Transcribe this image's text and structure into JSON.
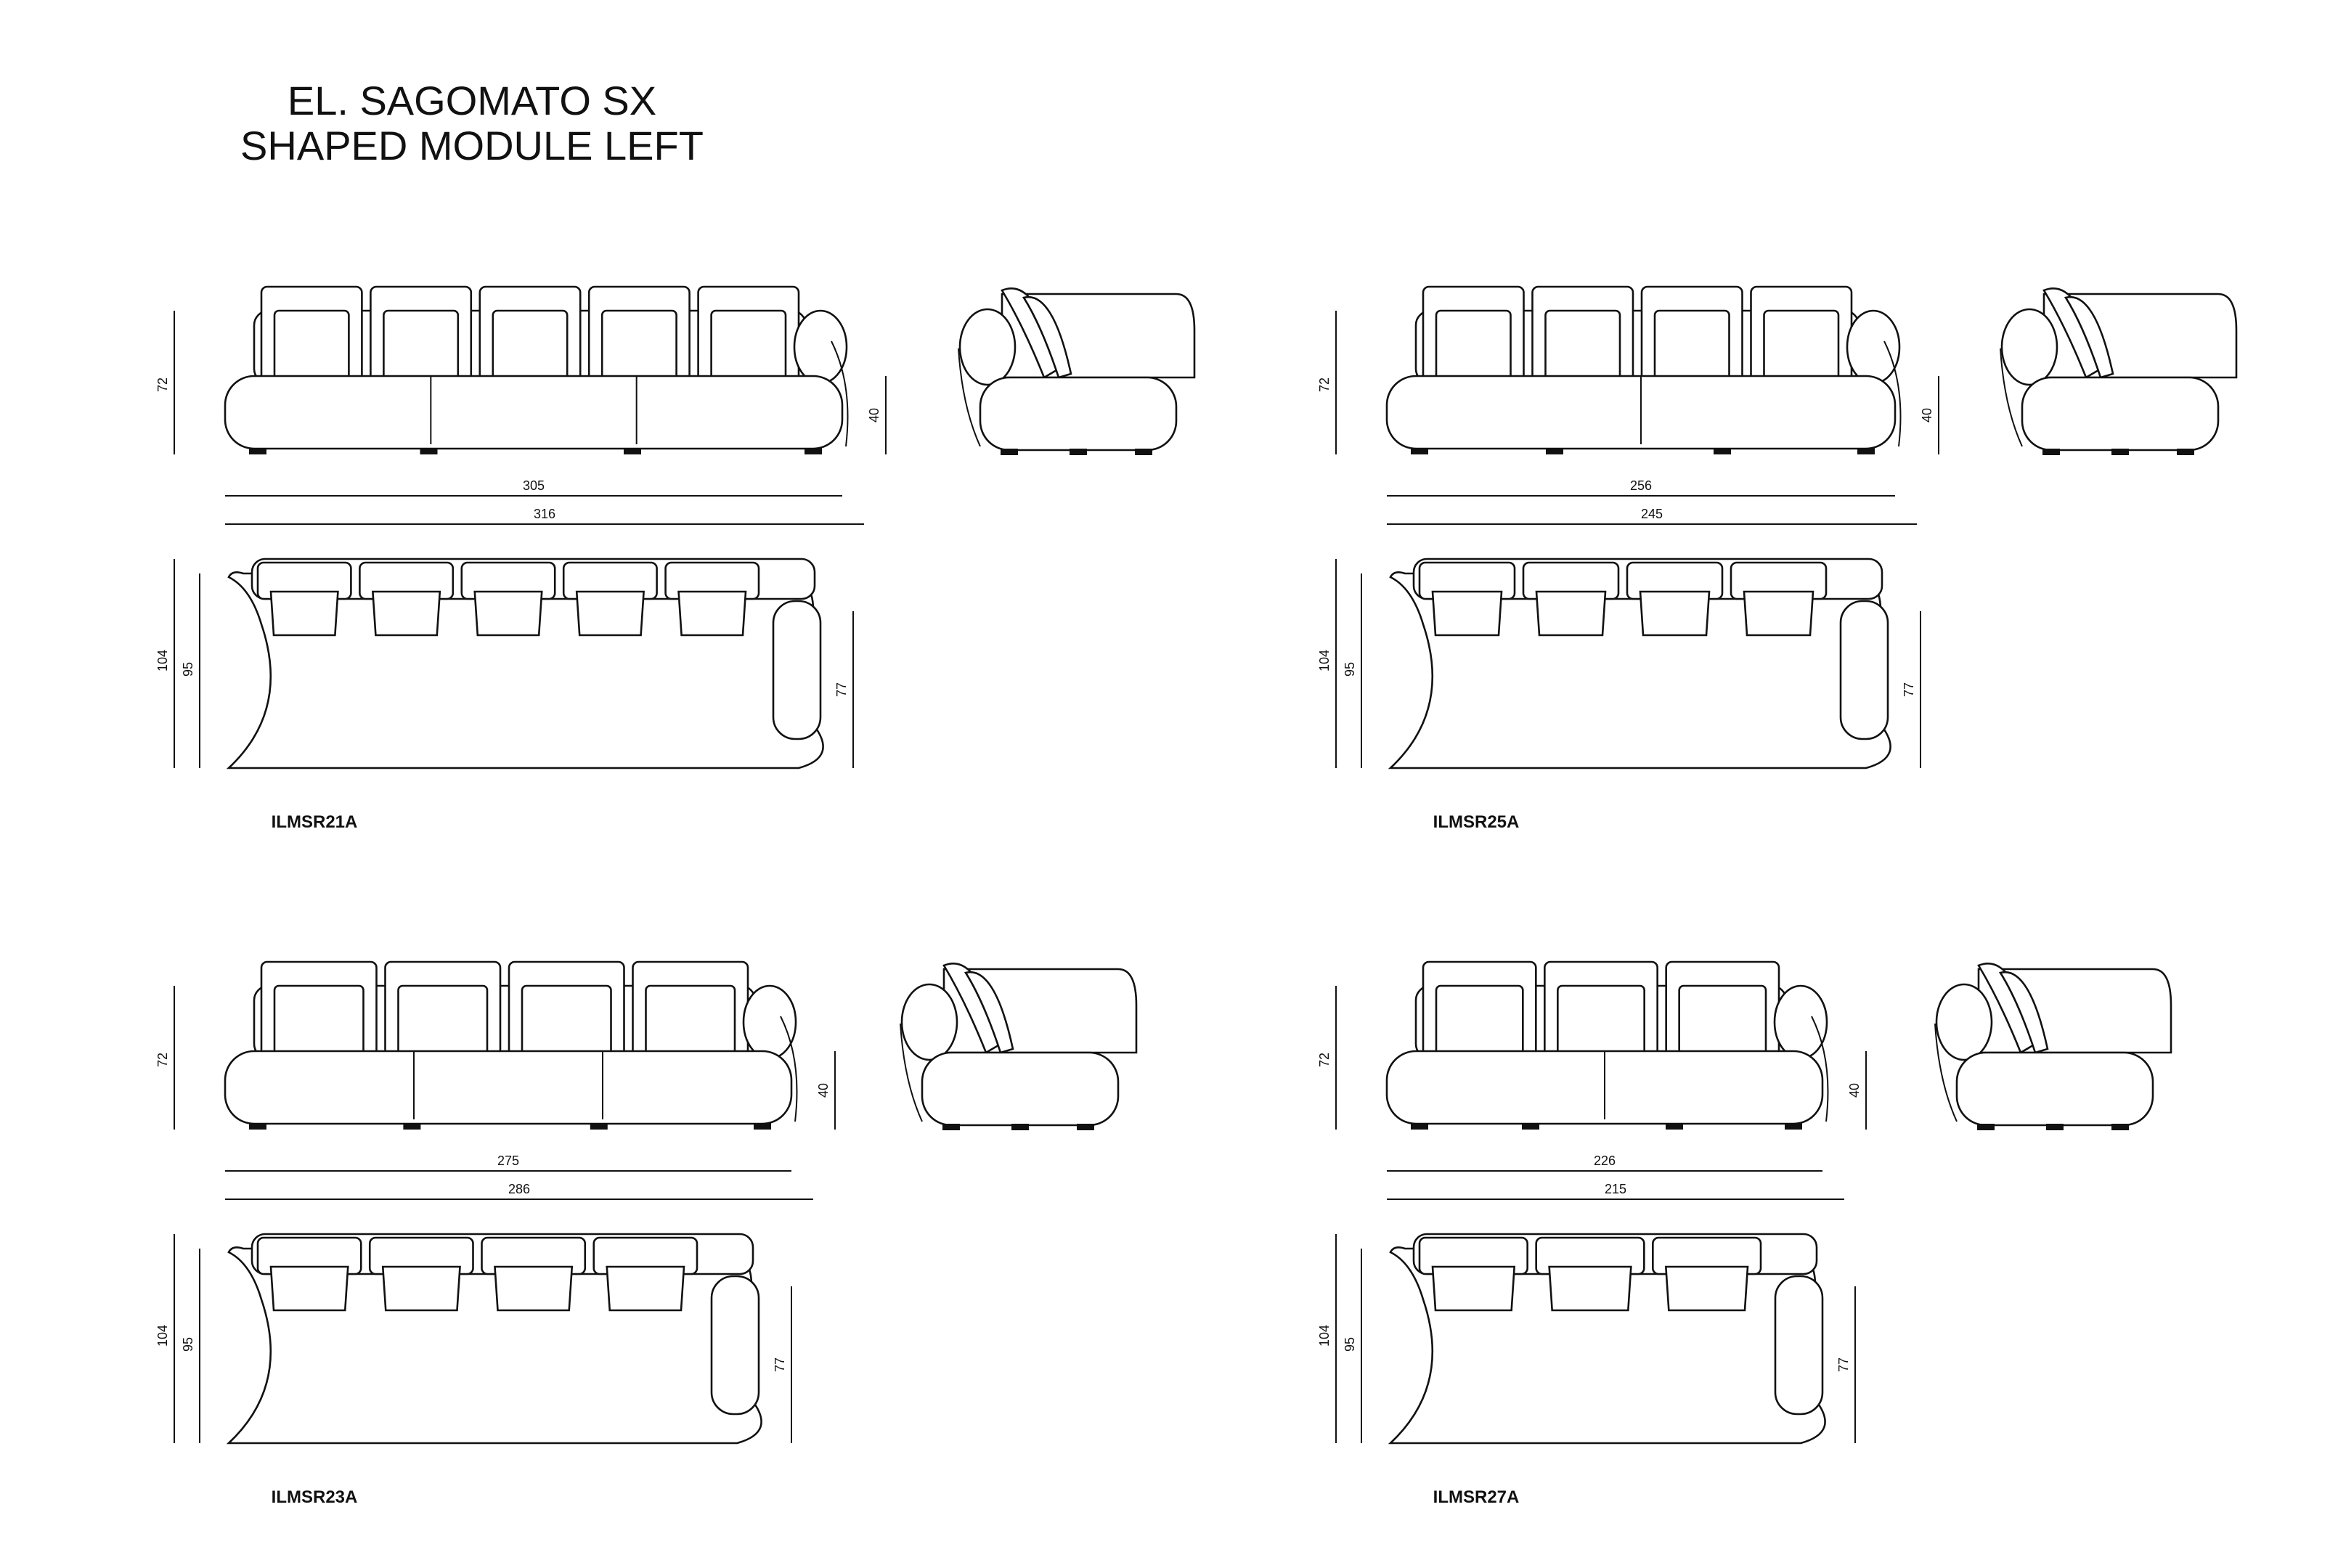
{
  "title": {
    "line1": "EL. SAGOMATO SX",
    "line2": "SHAPED MODULE LEFT"
  },
  "models": [
    {
      "code": "ILMSR21A",
      "cushions": 5,
      "seats": 3,
      "dims": {
        "height": "72",
        "seat_height": "40",
        "width_inner": "305",
        "width_outer": "316",
        "depth": "104",
        "depth_inner": "95",
        "armrest": "77"
      }
    },
    {
      "code": "ILMSR25A",
      "cushions": 4,
      "seats": 2,
      "dims": {
        "height": "72",
        "seat_height": "40",
        "width_inner": "256",
        "width_outer": "245",
        "depth": "104",
        "depth_inner": "95",
        "armrest": "77"
      }
    },
    {
      "code": "ILMSR23A",
      "cushions": 4,
      "seats": 3,
      "dims": {
        "height": "72",
        "seat_height": "40",
        "width_inner": "275",
        "width_outer": "286",
        "depth": "104",
        "depth_inner": "95",
        "armrest": "77"
      }
    },
    {
      "code": "ILMSR27A",
      "cushions": 3,
      "seats": 2,
      "dims": {
        "height": "72",
        "seat_height": "40",
        "width_inner": "226",
        "width_outer": "215",
        "depth": "104",
        "depth_inner": "95",
        "armrest": "77"
      }
    }
  ]
}
